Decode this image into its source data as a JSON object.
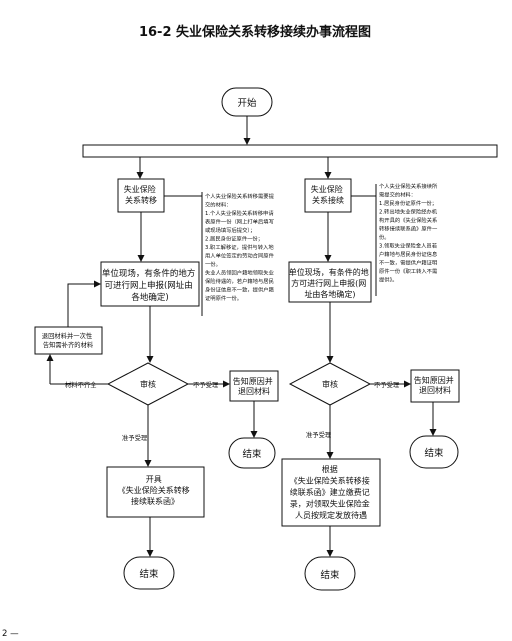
{
  "title": "16-2 失业保险关系转移接续办事流程图",
  "start": "开始",
  "left": {
    "step1": [
      "失业保险",
      "关系转移"
    ],
    "materials": [
      "个人失业保险关系转移需要提",
      "交的材料：",
      "1.个人失业保险关系转移申请",
      "表原件一份（网上打单后填写",
      "或现场填写后提交）；",
      "2.居民身份证原件一份；",
      "3.职工解移证，提供与转入地",
      "用人单位签定的劳动合同原件",
      "一份。",
      "失业人员领回户籍地领取失业",
      "保险待遇的，若户籍地与居民",
      "身份证信息不一致，提供户籍",
      "证明原件一份。"
    ],
    "submit": [
      "单位现场，有条件的地方",
      "可进行网上申报(网址由",
      "各地确定)"
    ],
    "return_box": [
      "退回材料并一次性",
      "告知需补齐的材料"
    ],
    "incomplete": "材料不齐全",
    "review": "审核",
    "reject": "不予受理",
    "notify": [
      "告知原因并",
      "退回材料"
    ],
    "end1": "结束",
    "accept": "准予受理",
    "issue": [
      "开具",
      "《失业保险关系转移",
      "接续联系函》"
    ],
    "end2": "结束"
  },
  "right": {
    "step1": [
      "失业保险",
      "关系接续"
    ],
    "materials": [
      "个人失业保险关系接续所",
      "需提交的材料：",
      "1.居民身份证原件一份；",
      "2.转出地失业保险经办机",
      "构开具的《失业保险关系",
      "转移接续联系函》原件一",
      "份。",
      "3.领取失业保险金人员若",
      "户籍地与居民身份证信息",
      "不一致，需提供户籍证明",
      "原件一份《职工转入不需",
      "提供》。"
    ],
    "submit": [
      "单位现场，有条件的地",
      "方可进行网上申报(网",
      "址由各地确定)"
    ],
    "review": "审核",
    "reject": "不予受理",
    "notify": [
      "告知原因并",
      "退回材料"
    ],
    "end1": "结束",
    "accept": "准予受理",
    "process": [
      "根据",
      "《失业保险关系转移接",
      "续联系函》建立缴费记",
      "录，对领取失业保险金",
      "人员按规定发放待遇"
    ],
    "end2": "结束"
  },
  "footer": "2 —"
}
